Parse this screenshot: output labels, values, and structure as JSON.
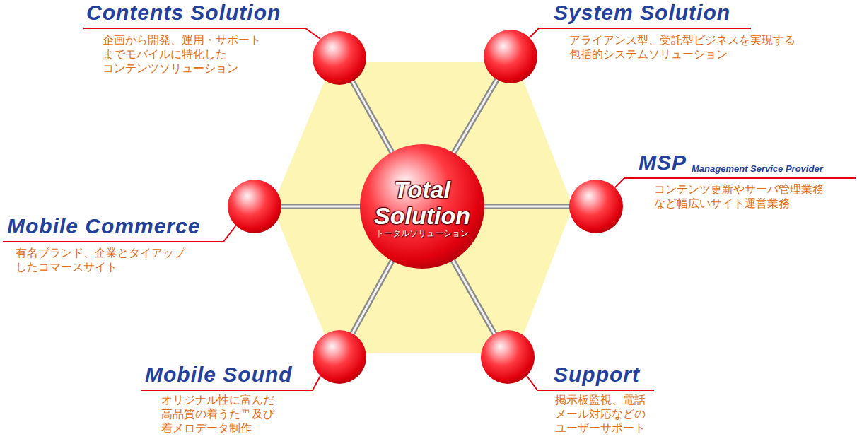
{
  "diagram": {
    "nodes": [
      {
        "text": [
          "Total Solution",
          "トータルソリューション"
        ]
      },
      {
        "text": [
          "Contents Solution",
          "企画から開発、運用・サポート までモバイルに特化した コンテンツソリューション"
        ]
      },
      {
        "text": [
          "System Solution",
          "アライアンス型、受託型ビジネスを実現する 包括的システムソリューション"
        ]
      },
      {
        "text": [
          "MSP",
          "Management Service Provider",
          "コンテンツ更新やサーバ管理業務 など幅広いサイト運営業務"
        ]
      },
      {
        "text": [
          "Support",
          "掲示板監視、電話 メール対応などの ユーザーサポート"
        ]
      },
      {
        "text": [
          "Mobile Sound",
          "オリジナル性に富んだ 高品質の着うた™及び 着メロデータ制作"
        ]
      },
      {
        "text": [
          "Mobile Commerce",
          "有名ブランド、企業とタイアップ したコマースサイト"
        ]
      }
    ],
    "edges": [
      {
        "from": 0,
        "to": 1,
        "arrow": "none"
      },
      {
        "from": 0,
        "to": 2,
        "arrow": "none"
      },
      {
        "from": 0,
        "to": 3,
        "arrow": "none"
      },
      {
        "from": 0,
        "to": 4,
        "arrow": "none"
      },
      {
        "from": 0,
        "to": 5,
        "arrow": "none"
      },
      {
        "from": 0,
        "to": 6,
        "arrow": "none"
      }
    ]
  }
}
